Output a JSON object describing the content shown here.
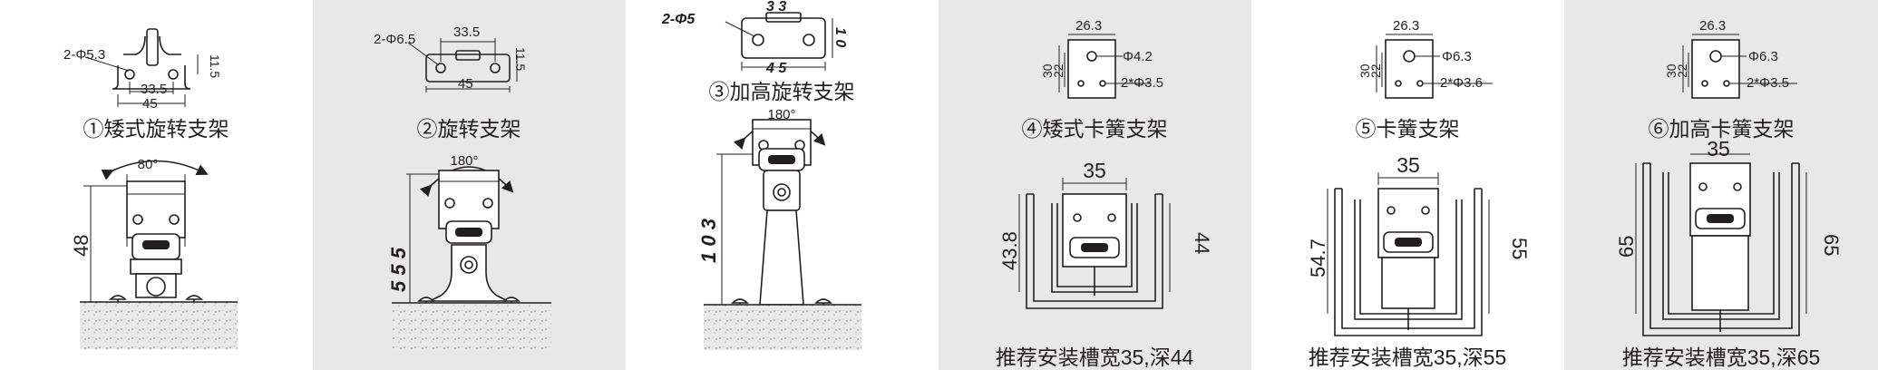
{
  "colors": {
    "panel_white": "#ffffff",
    "panel_gray": "#e8e8e8",
    "ink": "#231f20"
  },
  "panels": [
    {
      "title": "①矮式旋转支架",
      "dims": [
        "2-Φ5.3",
        "33.5",
        "45",
        "11.5",
        "80°",
        "48"
      ]
    },
    {
      "title": "②旋转支架",
      "dims": [
        "2-Φ6.5",
        "33.5",
        "45",
        "11.5",
        "180°",
        "5 5 5"
      ]
    },
    {
      "title": "③加高旋转支架",
      "dims": [
        "2-Φ5",
        "3 3",
        "4 5",
        "1 0",
        "180°",
        "1 0 3"
      ]
    },
    {
      "title": "④矮式卡簧支架",
      "dims": [
        "26.3",
        "30",
        "22",
        "Φ4.2",
        "2*Φ3.5",
        "35",
        "43.8",
        "44"
      ],
      "note": "推荐安装槽宽35,深44"
    },
    {
      "title": "⑤卡簧支架",
      "dims": [
        "26.3",
        "30",
        "22",
        "Φ6.3",
        "2*Φ3.6",
        "35",
        "54.7",
        "55"
      ],
      "note": "推荐安装槽宽35,深55"
    },
    {
      "title": "⑥加高卡簧支架",
      "dims": [
        "26.3",
        "30",
        "22",
        "Φ6.3",
        "2*Φ3.5",
        "35",
        "65",
        "65"
      ],
      "note": "推荐安装槽宽35,深65"
    }
  ]
}
